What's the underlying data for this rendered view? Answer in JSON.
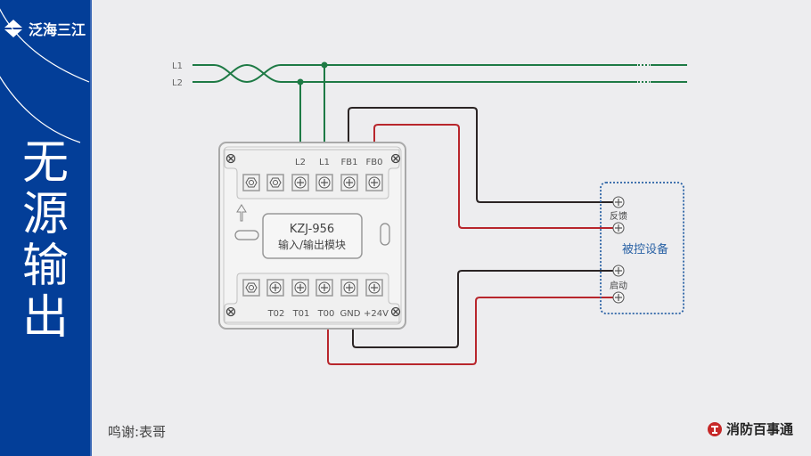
{
  "sidebar": {
    "logo_text": "泛海三江",
    "title_chars": [
      "无",
      "源",
      "输",
      "出"
    ]
  },
  "lines": {
    "l1_label": "L1",
    "l2_label": "L2"
  },
  "module": {
    "model": "KZJ-956",
    "name": "输入/输出模块",
    "top_terminals": [
      "",
      "",
      "L2",
      "L1",
      "FB1",
      "FB0"
    ],
    "bottom_terminals": [
      "",
      "T02",
      "T01",
      "T00",
      "GND",
      "+24V"
    ]
  },
  "device": {
    "label": "被控设备",
    "feedback_label": "反馈",
    "start_label": "启动"
  },
  "footer": {
    "credit": "鸣谢:表哥",
    "brand": "消防百事通"
  },
  "colors": {
    "sidebar_bg": "#033e98",
    "bus_green": "#1e7a45",
    "wire_black": "#2b2424",
    "wire_red": "#b8262c",
    "device_border": "#2a62a5"
  }
}
